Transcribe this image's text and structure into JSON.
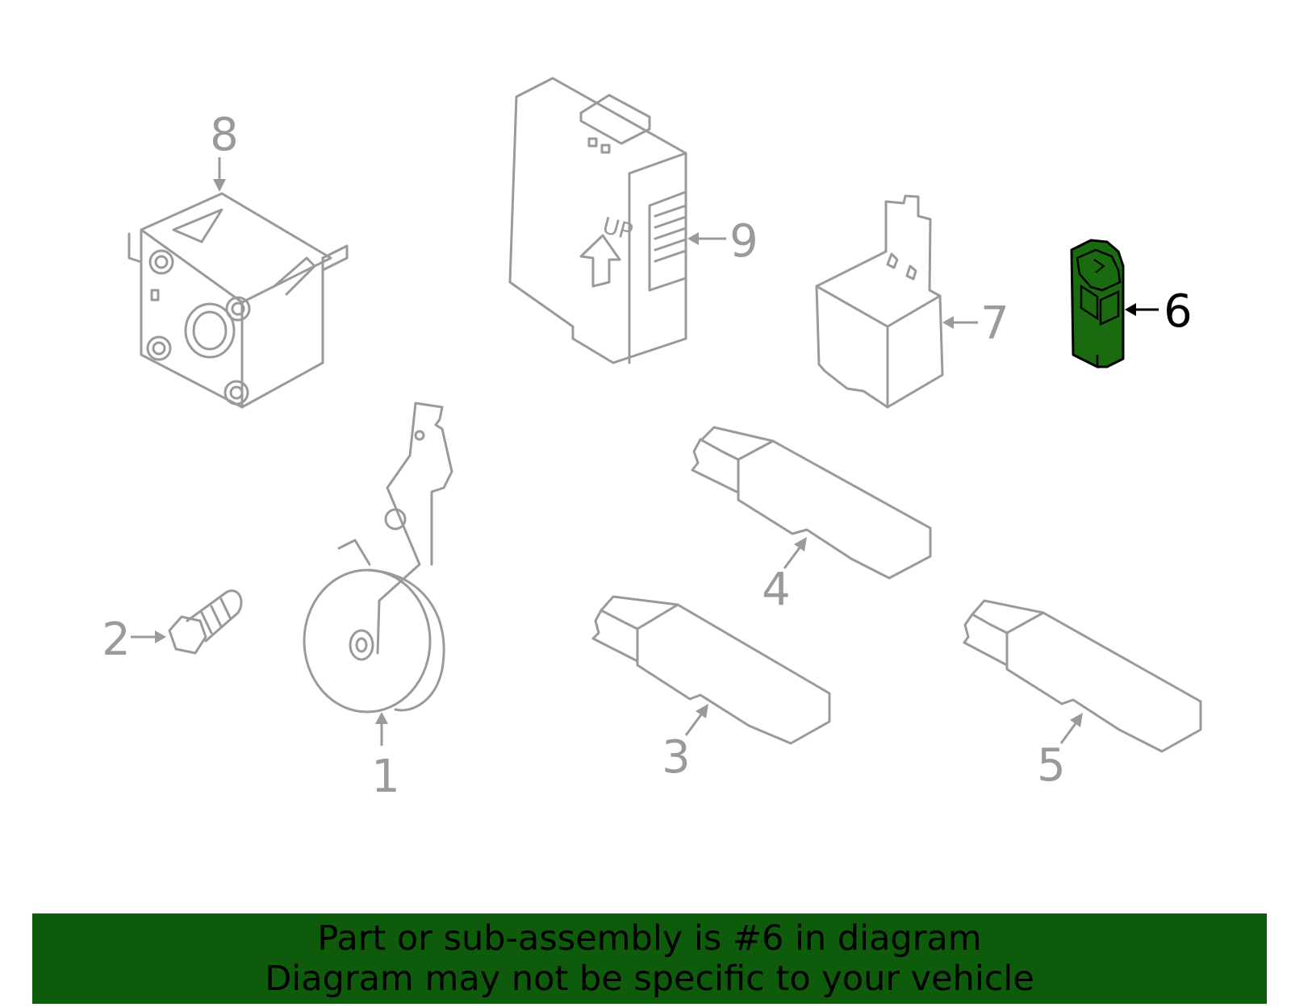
{
  "highlight_color": "#1a6b10",
  "callouts": [
    {
      "id": "1",
      "label": "1"
    },
    {
      "id": "2",
      "label": "2"
    },
    {
      "id": "3",
      "label": "3"
    },
    {
      "id": "4",
      "label": "4"
    },
    {
      "id": "5",
      "label": "5"
    },
    {
      "id": "6",
      "label": "6",
      "highlighted": true
    },
    {
      "id": "7",
      "label": "7"
    },
    {
      "id": "8",
      "label": "8"
    },
    {
      "id": "9",
      "label": "9"
    }
  ],
  "module_text": "UP",
  "banner": {
    "line1": "Part or sub-assembly is #6 in diagram",
    "line2": "Diagram may not be specific to your vehicle"
  }
}
